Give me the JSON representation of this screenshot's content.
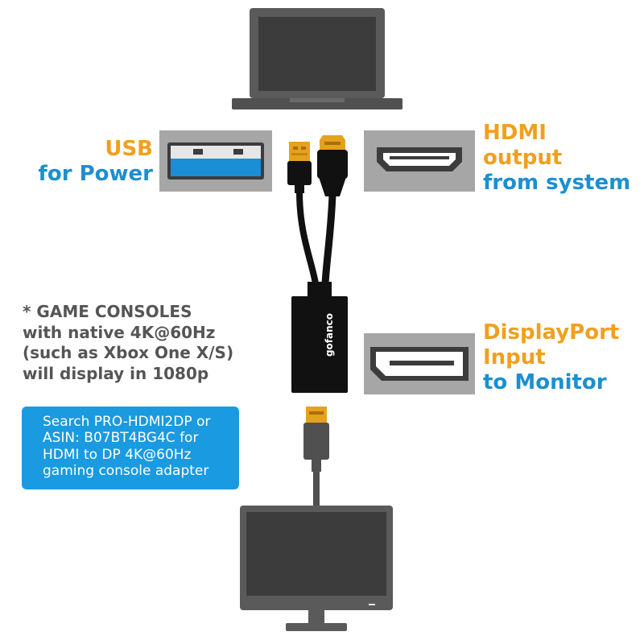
{
  "labels": {
    "usb": {
      "line1": "USB",
      "line2": "for Power"
    },
    "hdmi": {
      "line1": "HDMI",
      "line2": "output",
      "line3": "from system"
    },
    "dp": {
      "line1": "DisplayPort",
      "line2": "Input",
      "line3": "to Monitor"
    }
  },
  "note": {
    "lines": [
      "* GAME CONSOLES",
      "with native 4K@60Hz",
      "(such as Xbox One X/S)",
      "will display in 1080p"
    ]
  },
  "callout": {
    "lines": [
      "Search PRO-HDMI2DP or",
      "ASIN: B07BT4BG4C for",
      "HDMI to DP 4K@60Hz",
      "gaming console adapter"
    ]
  },
  "adapter": {
    "brand": "gofanco"
  },
  "colors": {
    "orange": "#f0a01e",
    "blue": "#1c8fd0",
    "device_gray": "#5a5a5a",
    "port_gray": "#a6a6a6",
    "gold": "#e5a21f"
  }
}
